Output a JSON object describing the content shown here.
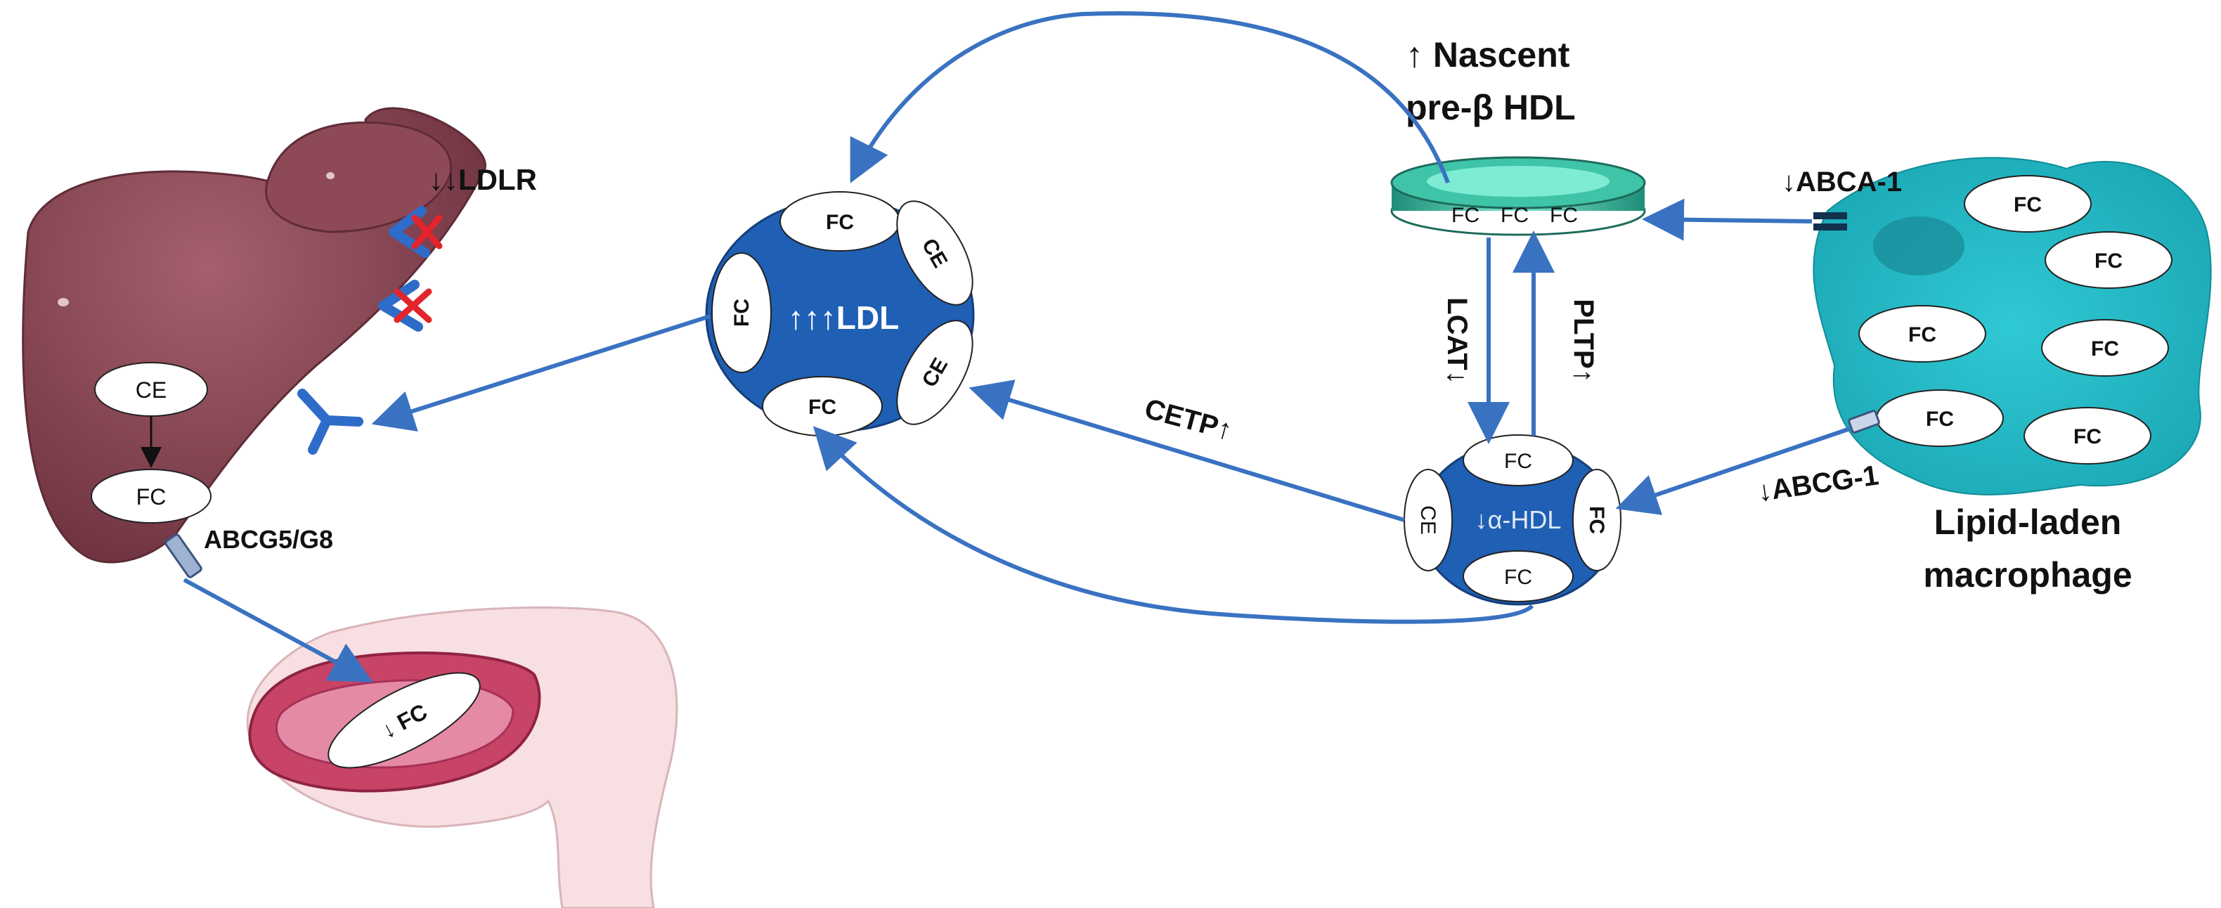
{
  "labels": {
    "ldlr": "↓↓LDLR",
    "nascent_line1": "↑ Nascent",
    "nascent_line2": "pre-β HDL",
    "abca1": "↓ABCA-1",
    "abcg1": "↓ABCG-1",
    "abcg5g8": "ABCG5/G8",
    "lcat": "LCAT↓",
    "pltp": "PLTP↑",
    "cetp": "CETP↑",
    "macrophage_line1": "Lipid-laden",
    "macrophage_line2": "macrophage"
  },
  "liver": {
    "ce": "CE",
    "fc": "FC"
  },
  "ldl": {
    "label": "↑↑↑LDL",
    "top": "FC",
    "left": "FC",
    "bottom": "FC",
    "top_right": "CE",
    "bottom_right": "CE"
  },
  "nascent_hdl": {
    "fc1": "FC",
    "fc2": "FC",
    "fc3": "FC"
  },
  "alpha_hdl": {
    "label": "↓α-HDL",
    "top": "FC",
    "bottom": "FC",
    "left": "CE",
    "right": "FC"
  },
  "macrophage": {
    "fc1": "FC",
    "fc2": "FC",
    "fc3": "FC",
    "fc4": "FC",
    "fc5": "FC",
    "fc6": "FC"
  },
  "intestine": {
    "fc": "↓ FC"
  },
  "colors": {
    "arrow": "#3a72c2",
    "particle_blue": "#1f5fb4",
    "liver": "#8a4552",
    "receptor_blocked": "#e3242b",
    "macrophage": "#26b8c4",
    "hdl_disc": "#34b89a"
  }
}
